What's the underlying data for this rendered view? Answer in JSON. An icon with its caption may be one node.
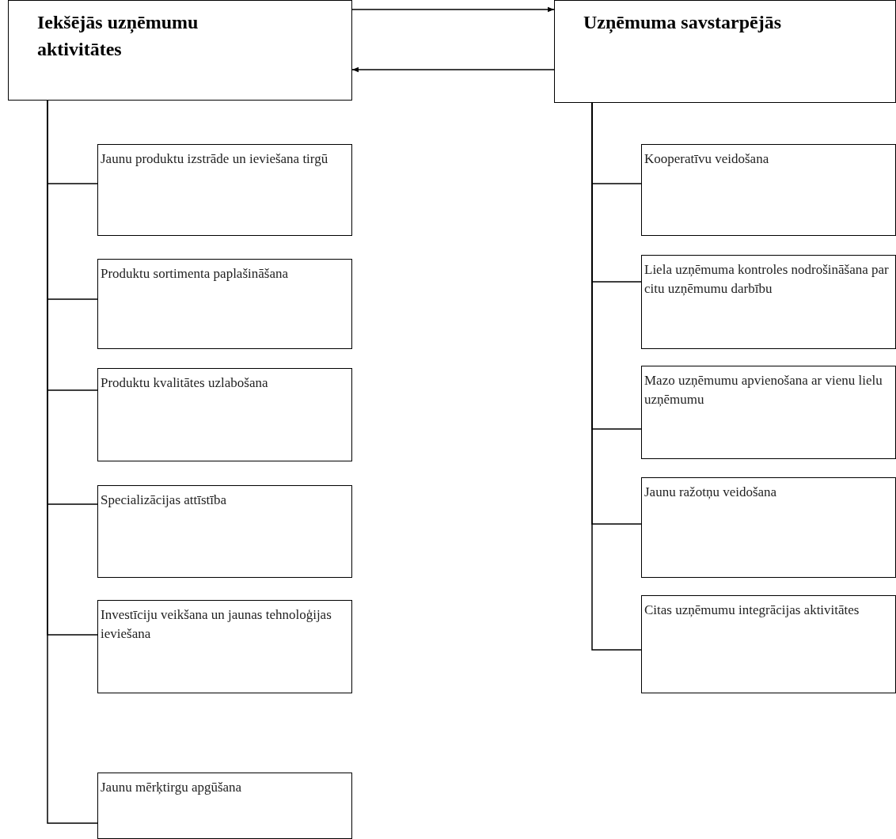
{
  "diagram": {
    "nodes": [
      {
        "text": [
          "Iekšējās uzņēmumu aktivitātes"
        ]
      },
      {
        "text": [
          "Uzņēmuma savstarpējās"
        ]
      },
      {
        "text": [
          "Jaunu produktu izstrāde un ieviešana tirgū"
        ]
      },
      {
        "text": [
          "Produktu sortimenta paplašināšana"
        ]
      },
      {
        "text": [
          "Produktu kvalitātes uzlabošana"
        ]
      },
      {
        "text": [
          "Specializācijas attīstība"
        ]
      },
      {
        "text": [
          "Investīciju veikšana un jaunas tehnoloģijas ieviešana"
        ]
      },
      {
        "text": [
          "Jaunu mērķtirgu apgūšana"
        ]
      },
      {
        "text": [
          "Kooperatīvu veidošana"
        ]
      },
      {
        "text": [
          "Liela uzņēmuma kontroles nodrošināšana par citu uzņēmumu darbību"
        ]
      },
      {
        "text": [
          "Mazo uzņēmumu apvienošana ar vienu lielu uzņēmumu"
        ]
      },
      {
        "text": [
          "Jaunu ražotņu veidošana"
        ]
      },
      {
        "text": [
          "Citas uzņēmumu integrācijas aktivitātes"
        ]
      }
    ],
    "edges": [
      {
        "from": 0,
        "to": 1,
        "arrow": "to"
      },
      {
        "from": 1,
        "to": 0,
        "arrow": "to"
      },
      {
        "from": 0,
        "to": 2,
        "arrow": "none"
      },
      {
        "from": 0,
        "to": 3,
        "arrow": "none"
      },
      {
        "from": 0,
        "to": 4,
        "arrow": "none"
      },
      {
        "from": 0,
        "to": 5,
        "arrow": "none"
      },
      {
        "from": 0,
        "to": 6,
        "arrow": "none"
      },
      {
        "from": 0,
        "to": 7,
        "arrow": "none"
      },
      {
        "from": 1,
        "to": 8,
        "arrow": "none"
      },
      {
        "from": 1,
        "to": 9,
        "arrow": "none"
      },
      {
        "from": 1,
        "to": 10,
        "arrow": "none"
      },
      {
        "from": 1,
        "to": 11,
        "arrow": "none"
      },
      {
        "from": 1,
        "to": 12,
        "arrow": "none"
      }
    ]
  }
}
